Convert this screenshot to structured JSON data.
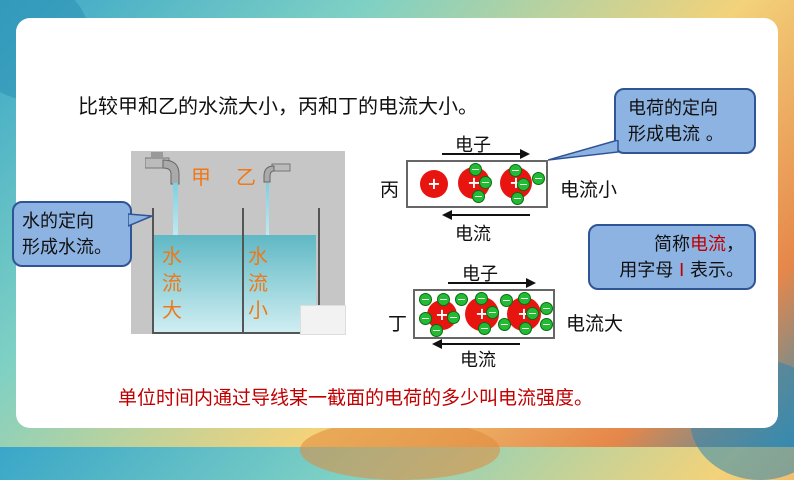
{
  "question": "比较甲和乙的水流大小，丙和丁的电流大小。",
  "tank": {
    "tap_left": "甲",
    "tap_right": "乙",
    "left_label": [
      "水",
      "流",
      "大"
    ],
    "right_label": [
      "水",
      "流",
      "小"
    ]
  },
  "callout_water": [
    "水的定向",
    "形成水流。"
  ],
  "callout_charge": [
    "电荷的定向",
    "形成电流 。"
  ],
  "callout_name": {
    "line1_prefix": "简称",
    "line1_red": "电流",
    "line1_suffix": "，",
    "line2_prefix": "用字母 ",
    "line2_red": "I",
    "line2_suffix": " 表示。"
  },
  "wire_bing": {
    "name": "丙",
    "electron": "电子",
    "current": "电流",
    "result": "电流小",
    "plus": "+",
    "minus": "−"
  },
  "wire_ding": {
    "name": "丁",
    "electron": "电子",
    "current": "电流",
    "result": "电流大",
    "plus": "+",
    "minus": "−"
  },
  "definition": "单位时间内通过导线某一截面的电荷的多少叫电流强度。",
  "colors": {
    "accent_red": "#c00000",
    "callout_fill": "#8db3e2",
    "callout_border": "#2f5597",
    "label_orange": "#f07818"
  }
}
